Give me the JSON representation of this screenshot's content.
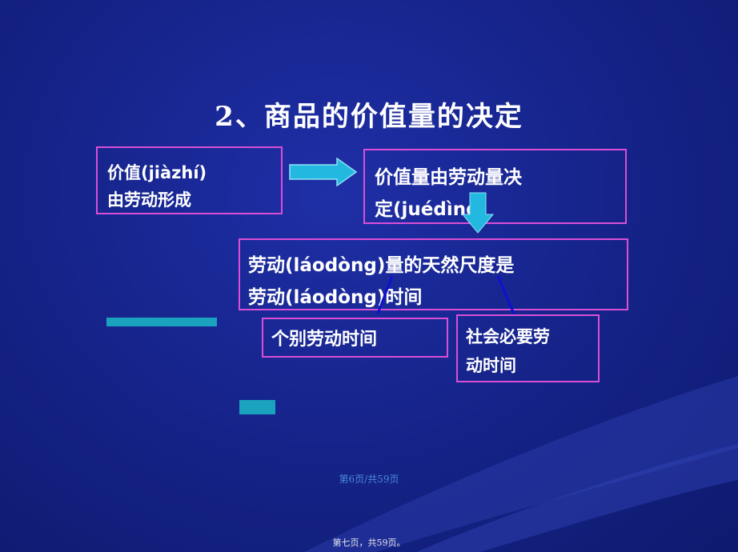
{
  "slide": {
    "title": "2、商品的价值量的决定",
    "box1": {
      "line1": "价值(jiàzhí)",
      "line2": "由劳动形成"
    },
    "box2": {
      "line1": "价值量由劳动量决",
      "line2": "定(juédìng)"
    },
    "box3": {
      "line1": "劳动(láodòng)量的天然尺度是",
      "line2": "劳动(láodòng)时间"
    },
    "box4": {
      "text": "个别劳动时间"
    },
    "box5": {
      "line1": "社会必要劳",
      "line2": "动时间"
    }
  },
  "footer": {
    "page_indicator": "第6页/共59页",
    "page_caption": "第七页，共59页。"
  },
  "colors": {
    "background": "#16248c",
    "box_border": "#d94fd6",
    "arrow_fill": "#22b8e0",
    "connector": "#1010d0"
  }
}
